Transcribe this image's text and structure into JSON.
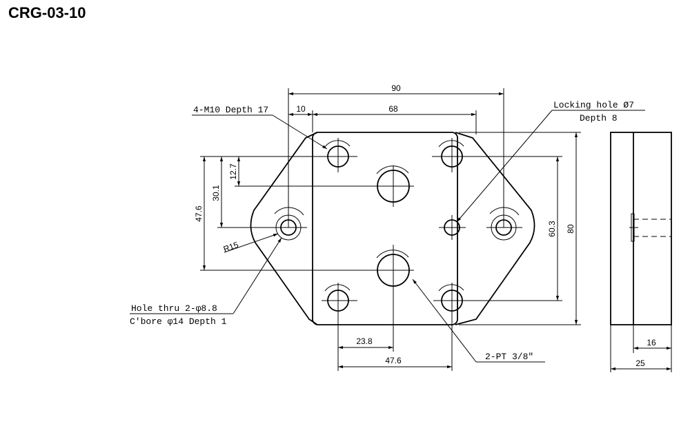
{
  "title": "CRG-03-10",
  "labels": {
    "tap_holes": "4-M10 Depth 17",
    "locking_hole_1": "Locking hole Ø7",
    "locking_hole_2": "Depth 8",
    "thru_hole_1": "Hole thru 2-φ8.8",
    "thru_hole_2": "C'bore φ14 Depth 1",
    "pt_ports": "2-PT 3/8\""
  },
  "dims": {
    "d90": "90",
    "d10": "10",
    "d68": "68",
    "d12_7": "12.7",
    "d30_1": "30.1",
    "d47_6v": "47.6",
    "d60_3": "60.3",
    "d80": "80",
    "r15": "R15",
    "d23_8": "23.8",
    "d47_6h": "47.6",
    "d16": "16",
    "d25": "25"
  }
}
